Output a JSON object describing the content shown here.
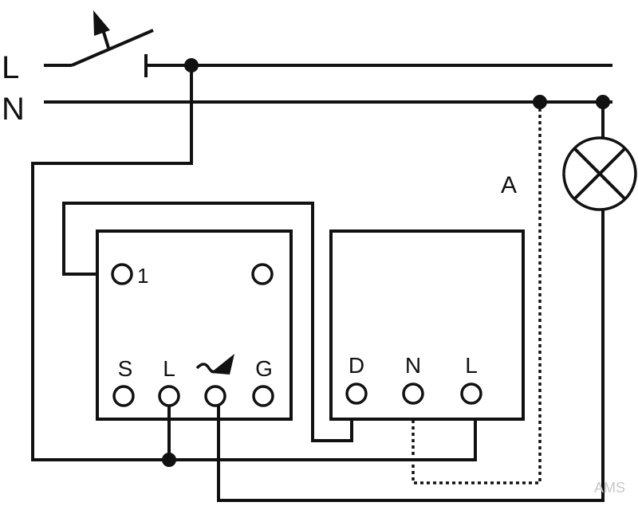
{
  "mains": {
    "line_label": "L",
    "neutral_label": "N"
  },
  "lamp_wire_label": "A",
  "dimmer_module": {
    "top_terminal_label": "1",
    "terminals": [
      {
        "label": "S"
      },
      {
        "label": "L"
      },
      {
        "label": "",
        "icon": "dimmer-symbol-icon"
      },
      {
        "label": "G"
      }
    ]
  },
  "power_module": {
    "terminals": [
      {
        "label": "D"
      },
      {
        "label": "N"
      },
      {
        "label": "L"
      }
    ]
  },
  "watermark": "AMS",
  "colors": {
    "line": "#111111",
    "background": "#ffffff",
    "watermark": "#c8c8c8"
  }
}
